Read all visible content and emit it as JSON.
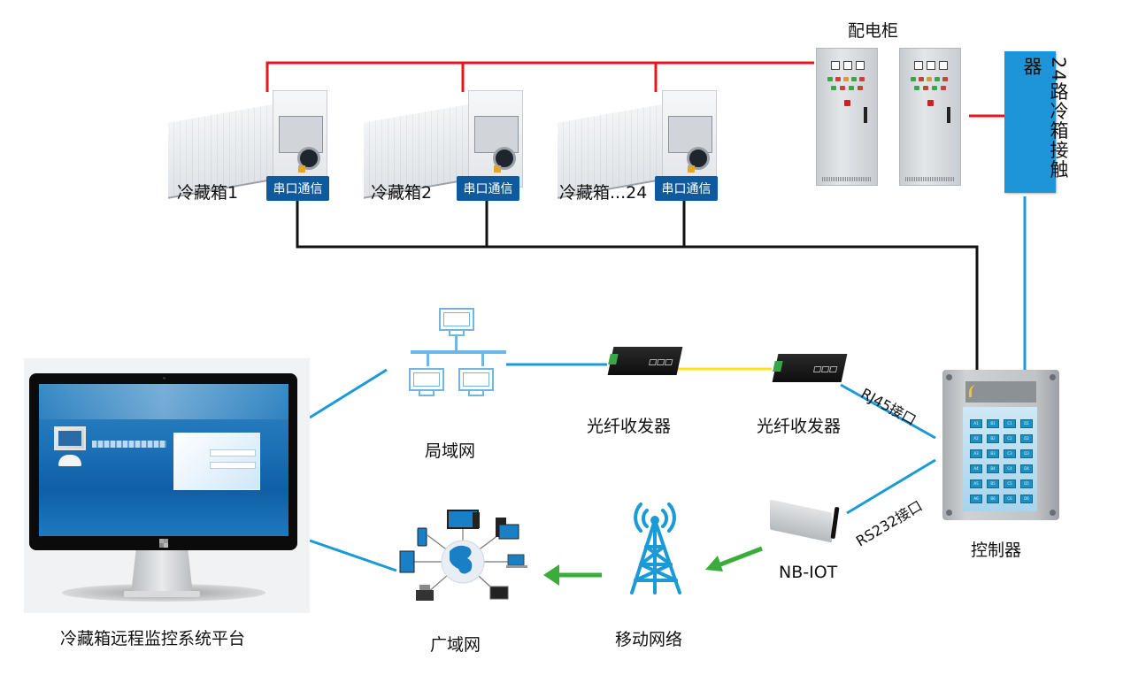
{
  "diagram": {
    "type": "system-architecture",
    "title": "冷藏箱远程监控系统平台"
  },
  "containers": [
    {
      "name": "冷藏箱1",
      "badge": "串口通信"
    },
    {
      "name": "冷藏箱2",
      "badge": "串口通信"
    },
    {
      "name": "冷藏箱...24",
      "badge": "串口通信"
    }
  ],
  "power": {
    "cabinet_label": "配电柜",
    "relay_label": "24路冷箱接触器"
  },
  "network": {
    "lan_label": "局域网",
    "transceiver1_label": "光纤收发器",
    "transceiver2_label": "光纤收发器",
    "rj45_label": "RJ45接口",
    "rs232_label": "RS232接口",
    "controller_label": "控制器",
    "nbiot_label": "NB-IOT",
    "mobile_label": "移动网络",
    "wan_label": "广域网",
    "platform_label": "冷藏箱远程监控系统平台"
  },
  "controller_panel": {
    "keys": [
      "A1",
      "B1",
      "C1",
      "D1",
      "A2",
      "B2",
      "C2",
      "D2",
      "A3",
      "B3",
      "C3",
      "D3",
      "A4",
      "B4",
      "C4",
      "D4",
      "A5",
      "B5",
      "C5",
      "D5",
      "A6",
      "B6",
      "C6",
      "D6"
    ]
  },
  "colors": {
    "power_line": "#e8151b",
    "serial_line": "#111111",
    "network_line": "#1b9ad6",
    "fiber_line": "#f5e614",
    "data_flow_arrow": "#3aac3a",
    "badge": "#0e5a9c",
    "relay_box": "#1e95d9"
  },
  "edges": [
    {
      "from": "配电柜",
      "to": "冷藏箱1",
      "type": "power"
    },
    {
      "from": "配电柜",
      "to": "冷藏箱2",
      "type": "power"
    },
    {
      "from": "配电柜",
      "to": "冷藏箱...24",
      "type": "power"
    },
    {
      "from": "配电柜",
      "to": "24路冷箱接触器",
      "type": "power"
    },
    {
      "from": "冷藏箱1",
      "to": "控制器",
      "type": "serial"
    },
    {
      "from": "冷藏箱2",
      "to": "控制器",
      "type": "serial"
    },
    {
      "from": "冷藏箱...24",
      "to": "控制器",
      "type": "serial"
    },
    {
      "from": "24路冷箱接触器",
      "to": "控制器",
      "type": "network"
    },
    {
      "from": "控制器",
      "to": "光纤收发器",
      "type": "network",
      "via": "RJ45接口"
    },
    {
      "from": "光纤收发器",
      "to": "光纤收发器",
      "type": "fiber"
    },
    {
      "from": "光纤收发器",
      "to": "局域网",
      "type": "network"
    },
    {
      "from": "局域网",
      "to": "冷藏箱远程监控系统平台",
      "type": "network"
    },
    {
      "from": "控制器",
      "to": "NB-IOT",
      "type": "network",
      "via": "RS232接口"
    },
    {
      "from": "NB-IOT",
      "to": "移动网络",
      "type": "data-flow"
    },
    {
      "from": "移动网络",
      "to": "广域网",
      "type": "data-flow"
    },
    {
      "from": "广域网",
      "to": "冷藏箱远程监控系统平台",
      "type": "network"
    }
  ]
}
